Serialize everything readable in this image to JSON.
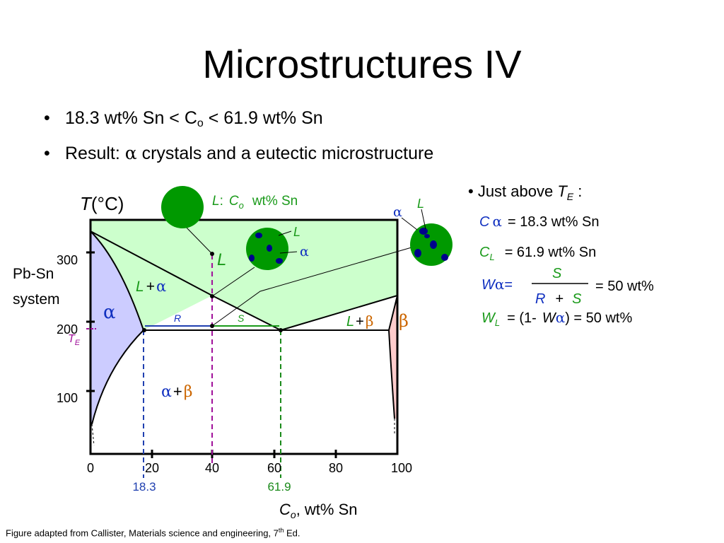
{
  "slide": {
    "title": "Microstructures IV",
    "bullets": [
      {
        "pre": "18.3 wt% Sn < C",
        "sub": "o",
        "post": " < 61.9 wt% Sn"
      },
      {
        "pre": "Result: ",
        "greek": "α",
        "post": " crystals and a eutectic microstructure"
      }
    ],
    "credit": {
      "pre": "Figure adapted from Callister, Materials science and engineering, 7",
      "sup": "th",
      "post": " Ed."
    }
  },
  "diagram": {
    "y_axis_label": {
      "T": "T",
      "unit": "(°C)"
    },
    "system_label": [
      "Pb-Sn",
      "system"
    ],
    "x_axis_label": {
      "C": "C",
      "sub": "o",
      "rest": ", wt% Sn"
    },
    "x_ticks": [
      "0",
      "20",
      "40",
      "60",
      "80",
      "100"
    ],
    "y_ticks": [
      "300",
      "200",
      "100"
    ],
    "composition_markers": [
      {
        "value": "18.3",
        "color": "#2040b0"
      },
      {
        "value": "61.9",
        "color": "#1a8a1a"
      }
    ],
    "eutectic_temp_label": {
      "T": "T",
      "sub": "E"
    },
    "regions": {
      "L": "L",
      "L_plus_alpha": {
        "L": "L",
        "plus": "+",
        "greek": "α"
      },
      "alpha": "α",
      "L_plus_beta": {
        "L": "L",
        "plus": "+",
        "greek": "β"
      },
      "beta": "β",
      "alpha_plus_beta": {
        "a": "α",
        "plus": "+",
        "b": "β"
      }
    },
    "tie_line": {
      "R": "R",
      "S": "S"
    },
    "liquid_label": {
      "L": "L",
      "colon": ":",
      "C": "C",
      "sub": "o",
      "rest": "wt% Sn"
    },
    "micro_labels": {
      "L": "L",
      "alpha": "α"
    },
    "colors": {
      "liquid_fill": "#ccffcc",
      "alpha_fill": "#ccccff",
      "beta_fill": "#ffcccc",
      "grain_green": "#009900",
      "grain_dark": "#00008b",
      "magenta": "#a0109a",
      "blue_text": "#1030c0",
      "green_text": "#1a9a1a",
      "orange_text": "#cc6600"
    }
  },
  "info": {
    "heading": {
      "pre": "• Just above ",
      "T": "T",
      "sub": "E",
      "post": " :"
    },
    "c_alpha": {
      "C": "C",
      "greek": "α",
      "rest": "= 18.3 wt% Sn"
    },
    "c_l": {
      "C": "C",
      "sub": "L",
      "rest": "= 61.9 wt% Sn"
    },
    "w_alpha": {
      "W": "W",
      "greek": "α",
      "eq": "=",
      "num": "S",
      "den_R": "R",
      "den_plus": "+",
      "den_S": "S",
      "result": "= 50 wt%"
    },
    "w_l": {
      "W": "W",
      "sub": "L",
      "pre": "= (1-",
      "W2": "W",
      "greek": "α",
      "post": ") = 50 wt%"
    }
  }
}
